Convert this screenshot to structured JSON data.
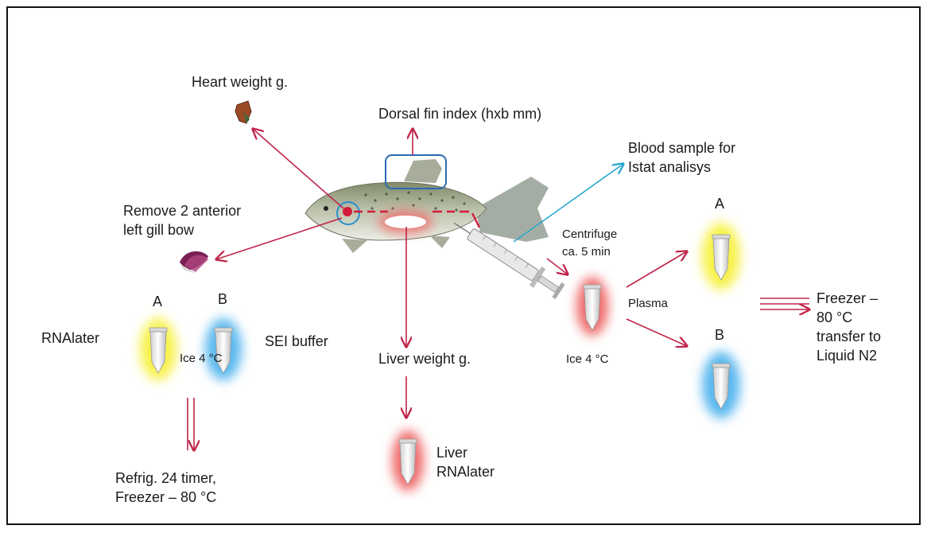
{
  "labels": {
    "heart": "Heart weight g.",
    "dorsal": "Dorsal fin index (hxb mm)",
    "blood_1": "Blood sample for",
    "blood_2": "Istat analisys",
    "gill_1": "Remove 2 anterior",
    "gill_2": "left gill bow",
    "tube_a_left": "A",
    "tube_b_left": "B",
    "rnalater": "RNAlater",
    "sei": "SEI buffer",
    "ice_left": "Ice 4 °C",
    "liver": "Liver weight g.",
    "liver_tube_1": "Liver",
    "liver_tube_2": "RNAlater",
    "refrig_1": "Refrig. 24 timer,",
    "refrig_2": "Freezer – 80 °C",
    "centrifuge_1": "Centrifuge",
    "centrifuge_2": "ca. 5 min",
    "plasma": "Plasma",
    "ice_right": "Ice 4 °C",
    "tube_a_right": "A",
    "tube_b_right": "B",
    "freezer_1": "Freezer –",
    "freezer_2": "80 °C",
    "freezer_3": "transfer to",
    "freezer_4": "Liquid N2"
  },
  "colors": {
    "arrow": "#c0254a",
    "blood_arrow": "#29a9cf",
    "glow_yellow": "#f7f24a",
    "glow_blue": "#5ab8ef",
    "glow_red": "#f06a6a",
    "box_blue": "#2a6ab0"
  }
}
